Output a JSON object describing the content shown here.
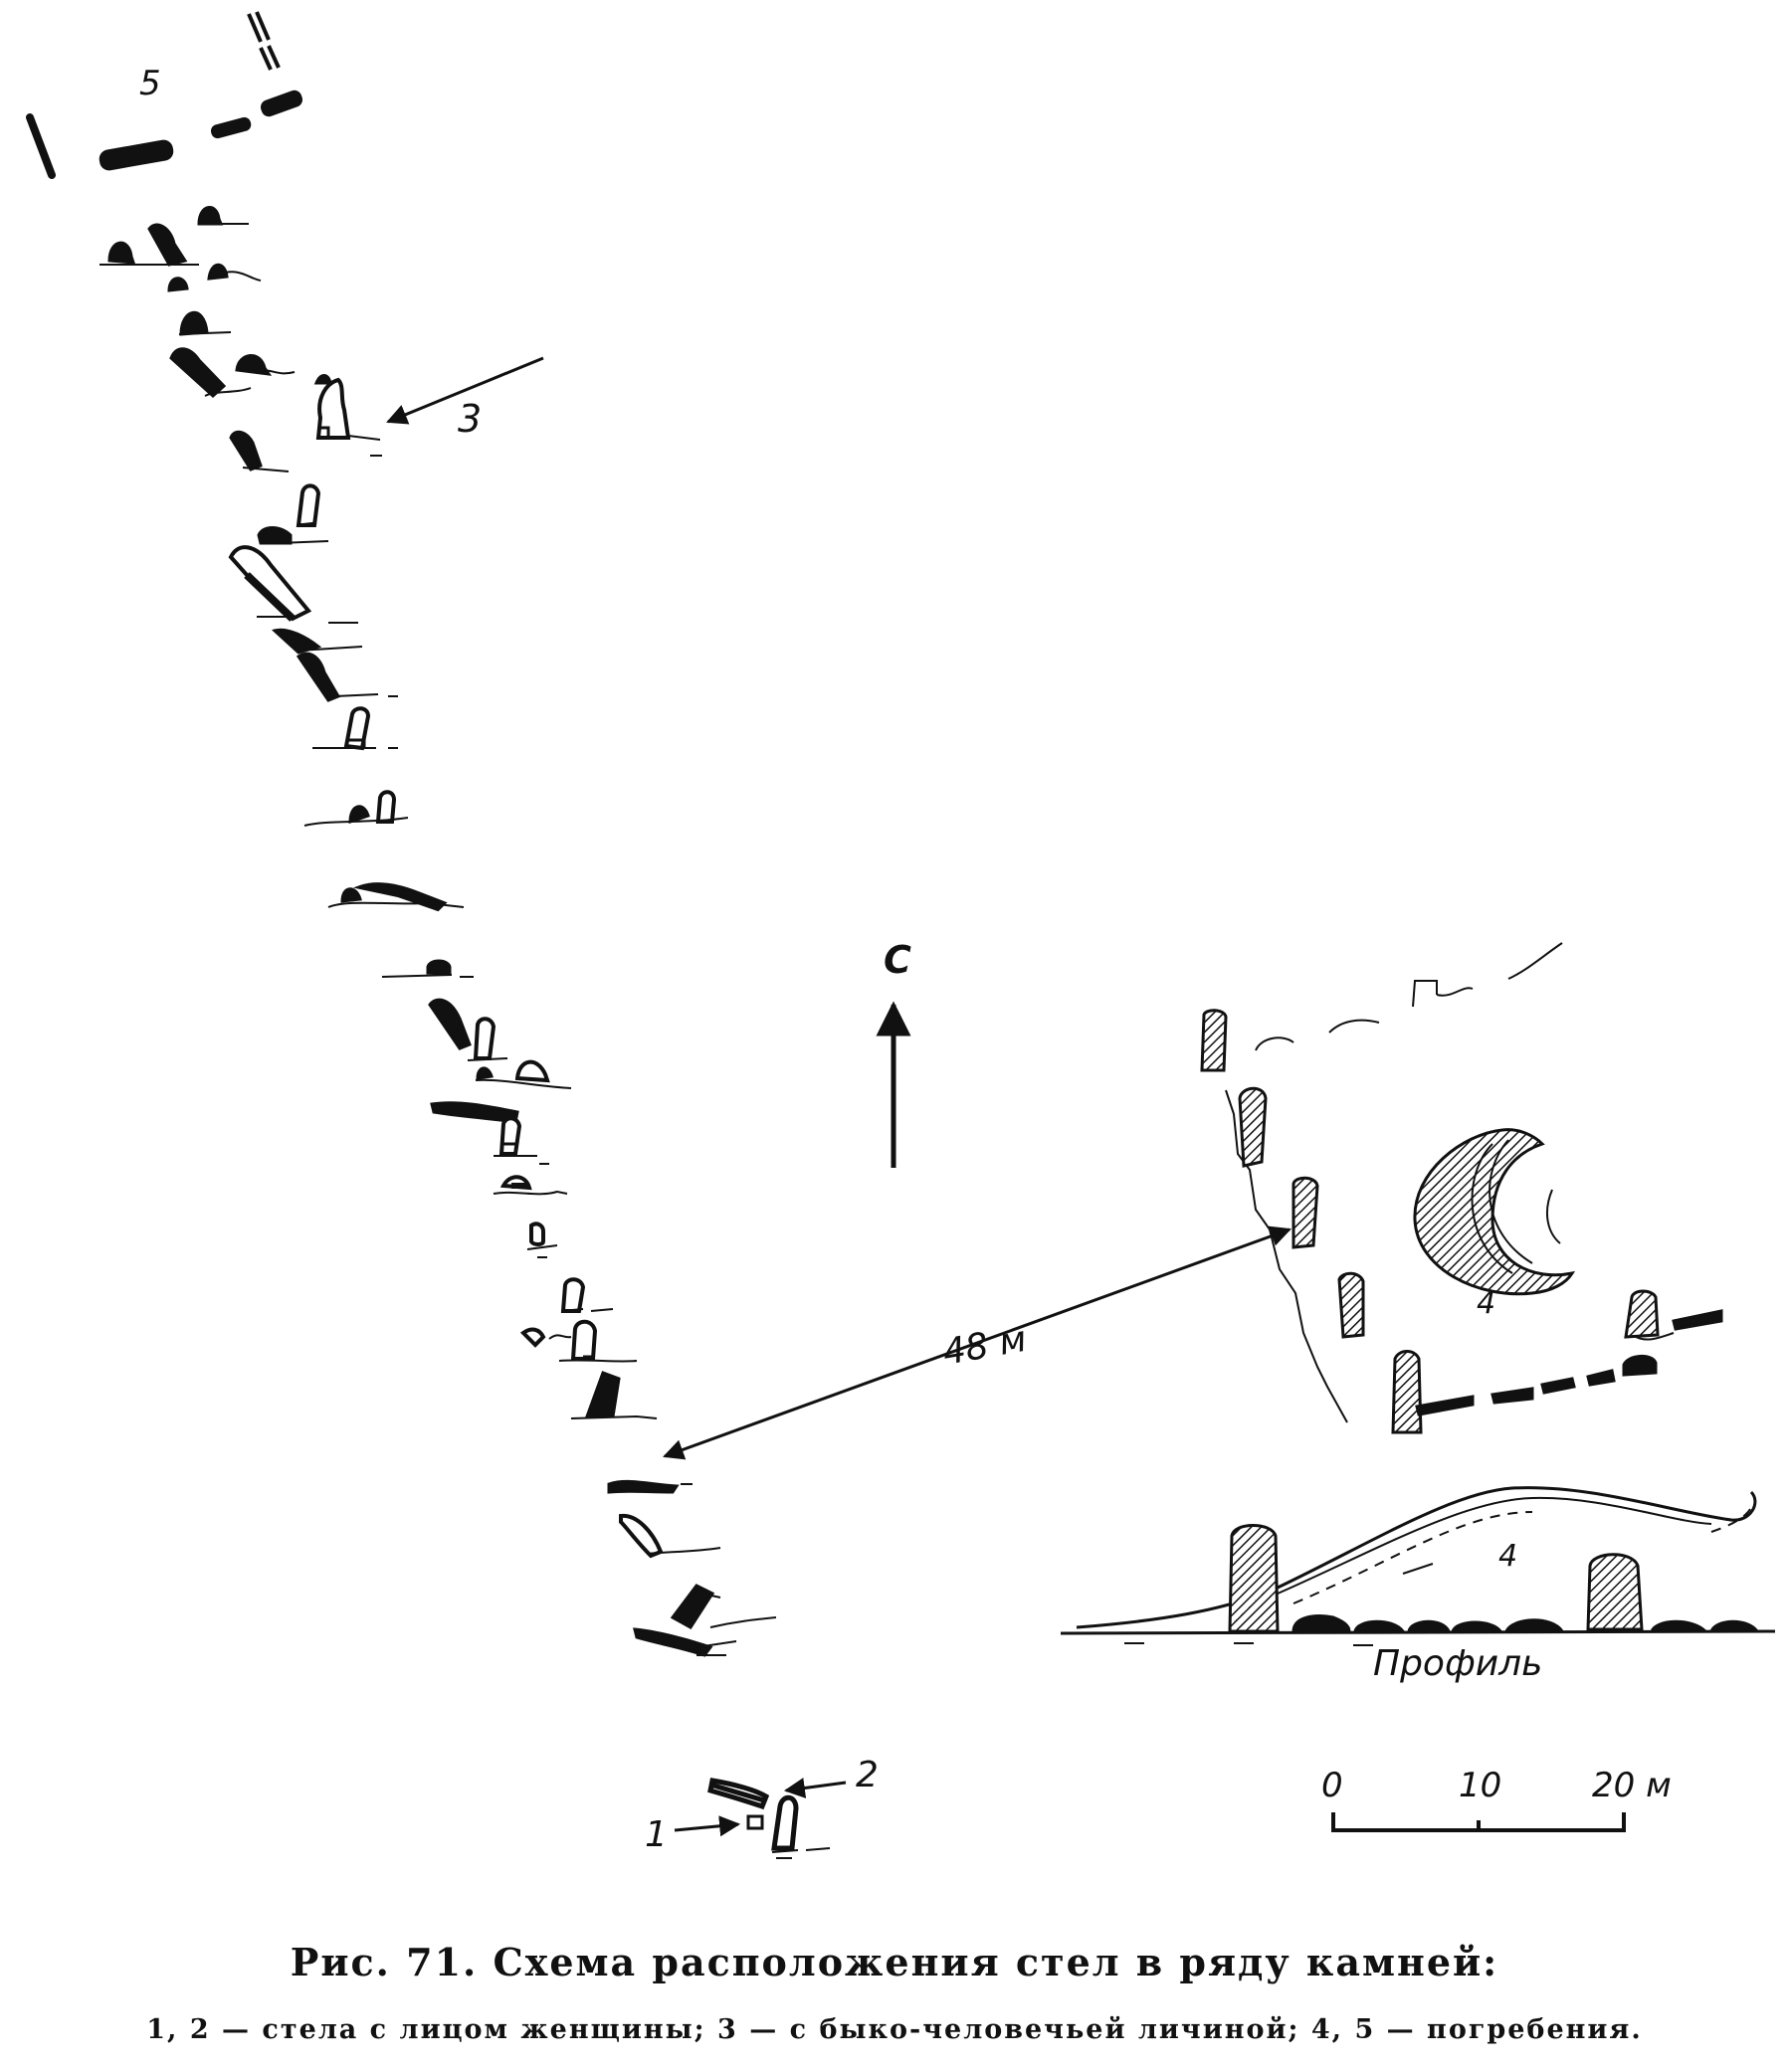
{
  "labels": {
    "burial_5": "5",
    "stela_3": "3",
    "north": "С",
    "distance": "48 м",
    "burial_4_plan": "4",
    "burial_4_profile": "4",
    "profile": "Профиль",
    "stela_2": "2",
    "stela_1": "1",
    "scale": [
      "0",
      "10",
      "20 м"
    ]
  },
  "caption": {
    "title": "Рис. 71. Схема расположения стел в ряду камней:",
    "legend": "1, 2 — стела с лицом женщины; 3 — с быко-человечьей личиной; 4, 5 — погребения."
  },
  "colors": {
    "ink": "#111111",
    "background": "#ffffff"
  }
}
